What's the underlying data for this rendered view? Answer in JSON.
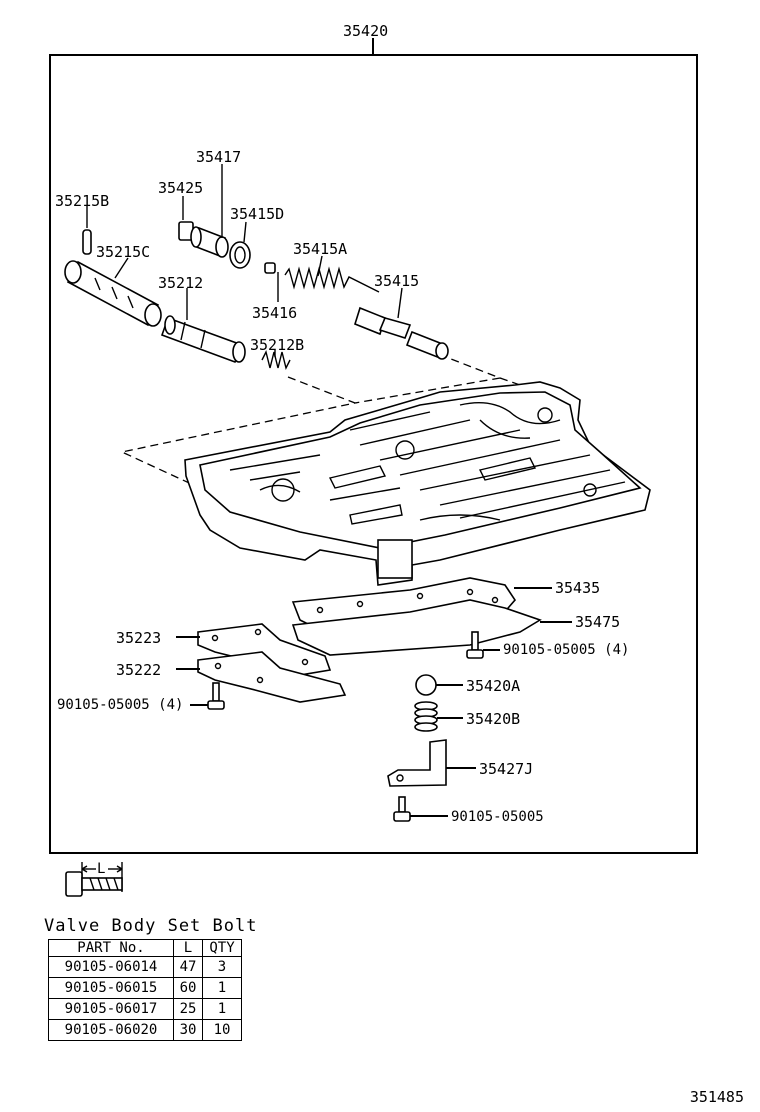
{
  "assembly_number": "35420",
  "callouts": {
    "c35417": "35417",
    "c35425": "35425",
    "c35215B": "35215B",
    "c35415D": "35415D",
    "c35215C": "35215C",
    "c35415A": "35415A",
    "c35212": "35212",
    "c35415": "35415",
    "c35416": "35416",
    "c35212B": "35212B",
    "c35435": "35435",
    "c35475": "35475",
    "c35223": "35223",
    "c35222": "35222",
    "c90105_a": "90105-05005 (4)",
    "c90105_b": "90105-05005 (4)",
    "c35420A": "35420A",
    "c35420B": "35420B",
    "c35427J": "35427J",
    "c90105_c": "90105-05005"
  },
  "bolt_dimension_label": "L",
  "bolt_table": {
    "title": "Valve Body Set Bolt",
    "headers": [
      "PART No.",
      "L",
      "QTY"
    ],
    "rows": [
      {
        "part": "90105-06014",
        "l": "47",
        "qty": "3"
      },
      {
        "part": "90105-06015",
        "l": "60",
        "qty": "1"
      },
      {
        "part": "90105-06017",
        "l": "25",
        "qty": "1"
      },
      {
        "part": "90105-06020",
        "l": "30",
        "qty": "10"
      }
    ]
  },
  "catalog_number": "351485"
}
